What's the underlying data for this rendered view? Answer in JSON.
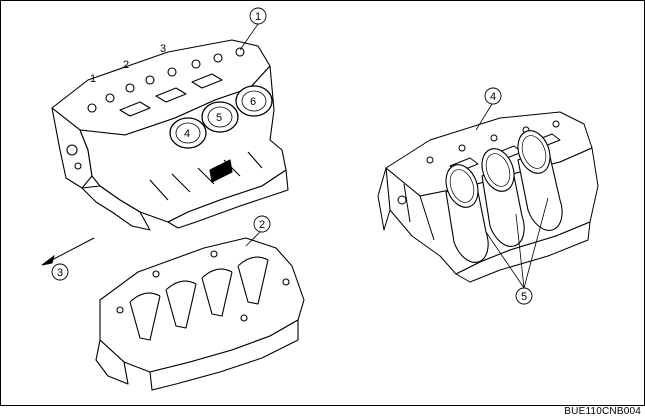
{
  "diagram": {
    "callouts": {
      "c1": "1",
      "c2": "2",
      "c3": "3",
      "c4": "4",
      "c5": "5"
    },
    "bank_labels": {
      "b1": "1",
      "b2": "2",
      "b3": "3"
    },
    "cylinder_labels": {
      "cyl4": "4",
      "cyl5": "5",
      "cyl6": "6"
    },
    "figure_code": "BUE110CNB004"
  }
}
